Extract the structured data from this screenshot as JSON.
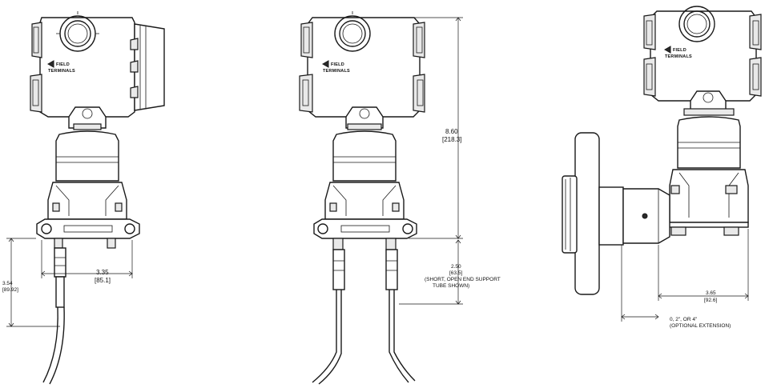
{
  "label": {
    "line1": "FIELD",
    "line2": "TERMINALS"
  },
  "dims": {
    "d354_in": "3.54",
    "d354_mm": "[89.92]",
    "d335_in": "3.35",
    "d335_mm": "[85.1]",
    "d860_in": "8.60",
    "d860_mm": "[218.3]",
    "d250_in": "2.50",
    "d250_mm": "[63.5]",
    "d250_note1": "(SHORT, OPEN END SUPPORT",
    "d250_note2": "TUBE SHOWN)",
    "d365_in": "3.65",
    "d365_mm": "[92.6]",
    "ext_line1": "0, 2\", OR 4\"",
    "ext_line2": "(OPTIONAL EXTENSION)"
  }
}
